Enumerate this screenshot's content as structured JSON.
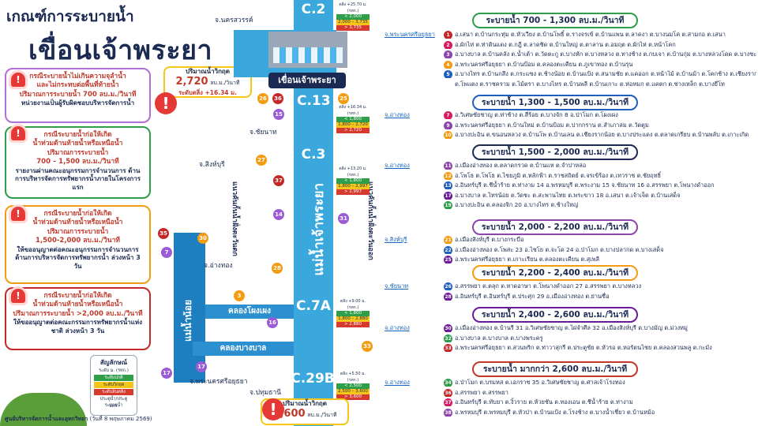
{
  "header": {
    "line1": "เกณฑ์การระบายน้ำ",
    "line2": "เขื่อนเจ้าพระยา"
  },
  "critical_top": {
    "label": "ปริมาณน้ำวิกฤต",
    "value": "2,720",
    "unit": "ลบ.ม./วินาที",
    "level": "ระดับตลิ่ง +16.34 ม."
  },
  "critical_bottom": {
    "label": "ปริมาณน้ำวิกฤต",
    "value": "3,600",
    "unit": "ลบ.ม./วินาที"
  },
  "cards": [
    {
      "lines_red": [
        "กรณีระบายน้ำไม่เกินความจุลำน้ำ",
        "และไม่กระทบต่อพื้นที่ท้ายน้ำ"
      ],
      "cap_label": "ปริมาณการระบายน้ำ",
      "cap_value": "700 ลบ.ม./วินาที",
      "footer": "หน่วยงานเป็นผู้รับผิดชอบบริหารจัดการน้ำ"
    },
    {
      "lines_red": [
        "กรณีระบายน้ำก่อให้เกิด",
        "น้ำท่วมด้านท้ายน้ำหรือเหนือน้ำ"
      ],
      "cap_label": "ปริมาณการระบายน้ำ",
      "cap_value": "700 – 1,500 ลบ.ม./วินาที",
      "footer": "รายงานผ่านคณะอนุกรรมการจำนวนการ ด้านการบริหารจัดการทรัพยากรน้ำภายในโครงการแรก"
    },
    {
      "lines_red": [
        "กรณีระบายน้ำก่อให้เกิด",
        "น้ำท่วมด้านท้ายน้ำหรือเหนือน้ำ"
      ],
      "cap_label": "ปริมาณการระบายน้ำ",
      "cap_value": "1,500-2,000 ลบ.ม./วินาที",
      "footer": "ให้ขออนุญาตต่อคณะอนุกรรมการจำนวนการ ด้านการบริหารจัดการทรัพยากรน้ำ ล่วงหน้า 3 วัน"
    },
    {
      "lines_red": [
        "กรณีระบายน้ำก่อให้เกิด",
        "น้ำท่วมด้านท้ายน้ำหรือเหนือน้ำ"
      ],
      "cap_label": "ปริมาณการระบายน้ำ",
      "cap_value": ">2,000 ลบ.ม./วินาที",
      "footer": "ให้ขออนุญาตต่อคณะกรรมการทรัพยากรน้ำแห่งชาติ ล่วงหน้า 3 วัน"
    }
  ],
  "legend": {
    "title": "สัญลักษณ์",
    "unit": "ระดับ ม. (รทก.)",
    "rows": [
      "ระดับปกติ",
      "ระดับวิกฤต",
      "ระดับล้นตลิ่ง",
      "ประตูน้ำ/ประตูระบายน้ำ",
      "ปตร."
    ]
  },
  "river": {
    "dam_label": "เขื่อนเจ้าพระยา",
    "stations": [
      "C.2",
      "C.13",
      "C.3",
      "C.7A",
      "C.29B"
    ],
    "river_name": "แม่น้ำเจ้าพระยา",
    "left_river": "แม่น้ำน้อย",
    "canal1": "คลองโผงเผง",
    "canal2": "คลองบางบาล",
    "west_bank": "แนวคันกั้นน้ำฝั่งตะวันตก",
    "east_bank": "แนวคันกั้นน้ำฝั่งตะวันออก",
    "provinces": [
      "จ.นครสวรรค์",
      "จ.ชัยนาท",
      "จ.สิงห์บุรี",
      "จ.อ่างทอง",
      "จ.พระนครศรีอยุธยา",
      "จ.ปทุมธานี"
    ],
    "gauge_values": [
      {
        "top": "ตลิ่ง +25.70 ม. (รทก.)",
        "g": "< 2,000",
        "y": "2,000 – 3,735",
        "r": "> 3,735"
      },
      {
        "top": "ตลิ่ง +16.34 ม. (รทก.)",
        "g": "< 1,800",
        "y": "1,800 – 2,720",
        "r": "> 2,720"
      },
      {
        "top": "ตลิ่ง +13.20 ม. (รทก.)",
        "g": "< 1,800",
        "y": "1,800 – 2,997",
        "r": "> 2,997"
      },
      {
        "top": "ตลิ่ง +9.00 ม. (รทก.)",
        "g": "< 1,800",
        "y": "1,800 – 2,880",
        "r": "> 2,880"
      },
      {
        "top": "ตลิ่ง +5.50 ม. (รทก.)",
        "g": "< 2,500",
        "y": "2,500 – 3,600",
        "r": "> 3,600"
      }
    ]
  },
  "tiers": [
    {
      "title": "ระบายน้ำ 700 - 1,300 ลบ.ม./วินาที",
      "color": "#2e9e4a",
      "prov": "จ.พระนครศรีอยุธยา",
      "rows": [
        {
          "n": "1",
          "t": "อ.เสนา ต.บ้านกระทุ่ม ต.หัวเวียง ต.บ้านโพธิ์ ต.รางจรเข้ ต.บ้านแพน ต.ลาดงา ต.บางนมโค ต.สามกอ ต.เสนา"
        },
        {
          "n": "2",
          "t": "อ.ผักไห่ ต.ท่าดินแดง ต.กฎี ต.ลาดชิด ต.บ้านใหญ่ ต.ตาลาน ต.อมฤต ต.ผักไห่ ต.หน้าโคก"
        },
        {
          "n": "3",
          "t": "อ.บางบาล ต.บ้านคลัง ต.น้ำเต้า ต.วัดตะกู ต.บางหัก ต.บางหลวง ต.ทางช้าง ต.กบเจา ต.บ้านกุ่ม ต.บางหลวงโดด ต.บางชะนี"
        },
        {
          "n": "4",
          "t": "อ.พระนครศรีอยุธยา ต.บ้านป้อม ต.คลองตะเคียน ต.ภูเขาทอง ต.บ้านรุน"
        },
        {
          "n": "5",
          "t": "อ.บางไทร ต.บ้านกลึง ต.กระแซง ต.ช้างน้อย ต.บ้านแป้ง ต.สนามชัย ต.แคออก ต.หน้าไม้ ต.บ้านม้า ต.โคกช้าง ต.เชียงรากน้อย"
        },
        {
          "n": "",
          "t": "ต.โพแตง ต.ราชคราม ต.ไม้ตรา ต.บางไทร ต.บ้านพลี ต.บ้านเกาะ ต.ห่อหมก ต.แคตก ต.ช่างเหล็ก ต.บางยี่โท"
        }
      ]
    },
    {
      "title": "ระบายน้ำ 1,300 - 1,500 ลบ.ม./วินาที",
      "color": "#1e5fbf",
      "prov": "จ.อ่างทอง",
      "rows": [
        {
          "n": "7",
          "t": "อ.วิเศษชัยชาญ ต.ท่าช้าง ต.สี่ร้อย ต.บางจัก   8 อ.ป่าโมก ต.โผงเผง"
        },
        {
          "n": "9",
          "t": "อ.พระนครศรีอยุธยา ต.บ้านใหม่ ต.บ้านป้อม ต.ปากกราน ต.สำเภาล่ม ต.วัดตูม"
        },
        {
          "n": "10",
          "t": "อ.บางปะอิน ต.ขนอนหลวง ต.บ้านโพ ต.บ้านเลน ต.เชียงรากน้อย ต.บางประแดง ต.ตลาดเกรียบ ต.บ้านพลับ ต.เกาะเกิด"
        }
      ]
    },
    {
      "title": "ระบายน้ำ 1,500 - 2,000 ลบ.ม./วินาที",
      "color": "#1b2a52",
      "prov": "จ.อ่างทอง",
      "rows": [
        {
          "n": "11",
          "t": "อ.เมืองอ่างทอง ต.ตลาดกรวด ต.บ้านแห ต.จำปาหล่อ"
        },
        {
          "n": "12",
          "t": "อ.โพโธ ต.โพโธ ต.ไชยภูมิ ต.หลักฟ้า ต.ราชสถิตย์ ต.จรเข้ร้อง ต.เทวราช ต.ชัยฤทธิ์"
        },
        {
          "n": "13",
          "t": "อ.อินทร์บุรี ต.ชีน้ำร้าย ต.ท่างาม   14 อ.พรหมบุรี ต.พระงาม   15 จ.ชัยนาท   16 อ.สรรพยา ต.โพนางดำออก"
        },
        {
          "n": "17",
          "t": "อ.บางบาล ต.ไทรน้อย ต.วัดชะ ต.สะพานไทย ต.พระขาว   18 อ.เสนา ต.เจ้าเจ็ด ต.บ้านเสด็จ"
        },
        {
          "n": "19",
          "t": "อ.บางปะอิน ต.คลองจิก   20 อ.บางไทร ต.ช้างใหญ่"
        }
      ]
    },
    {
      "title": "ระบายน้ำ 2,000 - 2,200 ลบ.ม./วินาที",
      "color": "#8e44ad",
      "prov": "จ.สิงห์บุรี",
      "rows": [
        {
          "n": "21",
          "t": "อ.เมืองสิงห์บุรี ต.บางกระบือ"
        },
        {
          "n": "22",
          "t": "อ.เมืองอ่างทอง ต.โพสะ   23 อ.ไชโย ต.จะโด   24 อ.ป่าโมก ต.บางปลากด ต.บางเสด็จ"
        },
        {
          "n": "25",
          "t": "อ.พระนครศรีอยุธยา ต.เกาะเรียน ต.คลองตะเคียน ต.สุเพลี"
        }
      ]
    },
    {
      "title": "ระบายน้ำ 2,200 - 2,400 ลบ.ม./วินาที",
      "color": "#f39c12",
      "prov": "จ.ชัยนาท",
      "rows": [
        {
          "n": "26",
          "t": "อ.สรรพยา ต.ตลุก ต.หาดอาษา ต.โพนางดำออก   27 อ.สรรพยา ต.บางหลวง"
        },
        {
          "n": "28",
          "t": "อ.อินทร์บุรี ต.อินทร์บุรี ต.ประศุก   29 อ.เมืองอ่างทอง ต.ย่านซื่อ"
        }
      ]
    },
    {
      "title": "ระบายน้ำ 2,400 - 2,600 ลบ.ม./วินาที",
      "color": "#6a1b9a",
      "prov": "จ.อ่างทอง",
      "rows": [
        {
          "n": "30",
          "t": "อ.เมืองอ่างทอง ต.บ้านรี   31 อ.วิเศษชัยชาญ ต.ไผ่จำศีล   32 อ.เมืองสิงห์บุรี ต.บางมัญ ต.ม่วงหมู่"
        },
        {
          "n": "32",
          "t": "อ.บางบาล ต.บางบาล ต.บางพระครู"
        },
        {
          "n": "33",
          "t": "อ.พระนครศรีอยุธยา ต.สวนพริก ต.ท่าวาสุกรี ต.ประตูชัย ต.หัวรอ ต.หอรัตนไชย ต.คลองสวนพลู ต.กะมัง"
        }
      ]
    },
    {
      "title": "ระบายน้ำ มากกว่า 2,600 ลบ.ม./วินาที",
      "color": "#c0392b",
      "prov": "จ.อ่างทอง",
      "rows": [
        {
          "n": "34",
          "t": "อ.ป่าโมก ต.บรมหส ต.เอกราช   35 อ.วิเศษชัยชาญ ต.ศาลเจ้าโรงทอง"
        },
        {
          "n": "36",
          "t": "อ.สรรพยา ต.สรรพยา"
        },
        {
          "n": "37",
          "t": "อ.อินทร์บุรี ต.ทับยา ต.งิ้วราย ต.ห้วยชัน ต.ทองเอน ต.ชีน้ำร้าย ต.ท่างาม"
        },
        {
          "n": "38",
          "t": "อ.พรหมบุรี ต.พรหมบุรี ต.หัวป่า ต.บ้านแป้ง ต.โรงช้าง ต.บางน้ำเชี่ยว ต.บ้านหม้อ"
        }
      ]
    }
  ],
  "footer": {
    "org": "ศูนย์บริหารจัดการน้ำและอุทกวิทยา",
    "date": "(วันที่ 8 พฤษภาคม 2569)"
  },
  "colors": {
    "navy": "#1b2a52",
    "river": "#3aa7dd",
    "red": "#c0392b"
  }
}
